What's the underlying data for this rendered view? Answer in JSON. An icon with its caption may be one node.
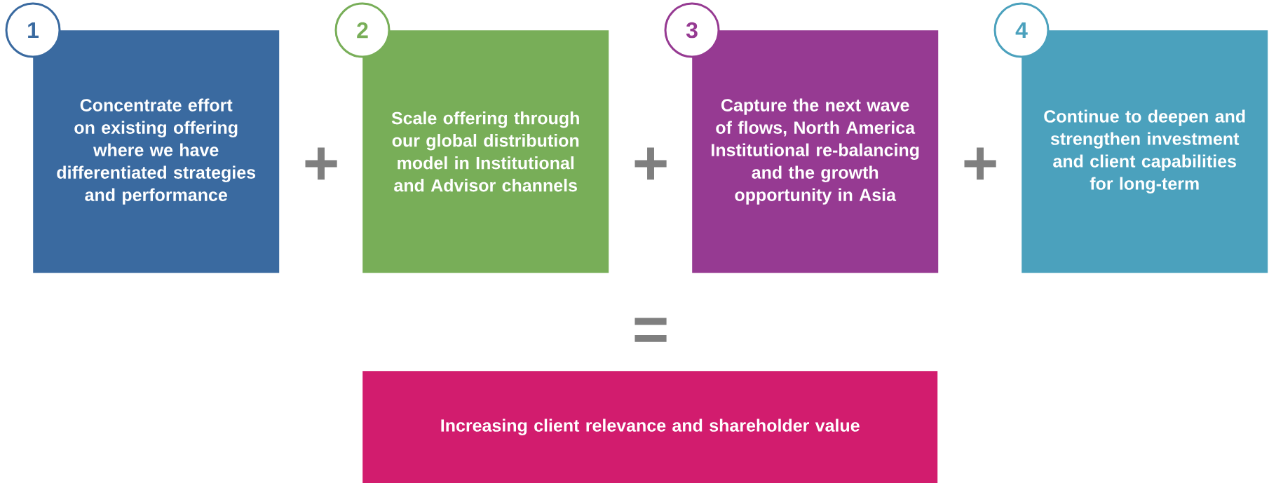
{
  "diagram": {
    "nodes": [
      {
        "text": [
          "1"
        ]
      },
      {
        "text": [
          "Concentrate effort on existing offering where we have differentiated strategies and performance"
        ]
      },
      {
        "text": [
          "2"
        ]
      },
      {
        "text": [
          "Scale offering through our global distribution model in Institutional and Advisor channels"
        ]
      },
      {
        "text": [
          "3"
        ]
      },
      {
        "text": [
          "Capture the next wave of flows, North America Institutional re-balancing and the growth opportunity in Asia"
        ]
      },
      {
        "text": [
          "4"
        ]
      },
      {
        "text": [
          "Continue to deepen and strengthen investment and client capabilities for long-term"
        ]
      },
      {
        "text": [
          "Increasing client relevance and shareholder value"
        ]
      }
    ],
    "labels": [
      "+",
      "+",
      "+",
      "="
    ]
  }
}
